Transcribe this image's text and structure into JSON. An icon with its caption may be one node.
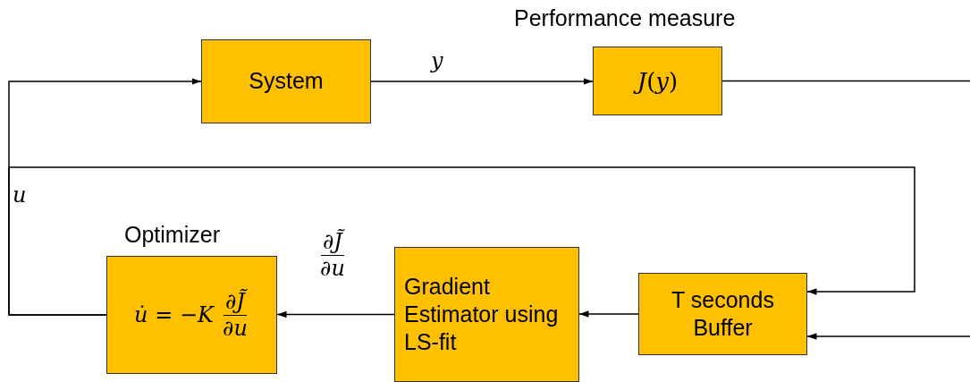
{
  "diagram": {
    "nodes": [
      {
        "text": [
          "System"
        ]
      },
      {
        "text": [
          "*J*(*y*)"
        ],
        "beside": [
          "Performance measure"
        ]
      },
      {
        "text": [
          "*u̇* = −*K*",
          "∂J̃",
          "∂u"
        ],
        "beside": [
          "Optimizer"
        ]
      },
      {
        "text": [
          "Gradient Estimator using LS-fit"
        ]
      },
      {
        "text": [
          "T seconds Buffer"
        ]
      }
    ],
    "edges": [
      {
        "from": 2,
        "to": 0,
        "arrow": "to",
        "label": "*u*"
      },
      {
        "from": 2,
        "to": 4,
        "arrow": "to"
      },
      {
        "from": 0,
        "to": 1,
        "arrow": "to",
        "label": "*y*"
      },
      {
        "from": 1,
        "to": null,
        "arrow": "none"
      },
      {
        "from": null,
        "to": 4,
        "arrow": "to"
      },
      {
        "from": 4,
        "to": 3,
        "arrow": "to"
      },
      {
        "from": 3,
        "to": 2,
        "arrow": "to",
        "label": "∂J̃ ∂u"
      }
    ]
  }
}
